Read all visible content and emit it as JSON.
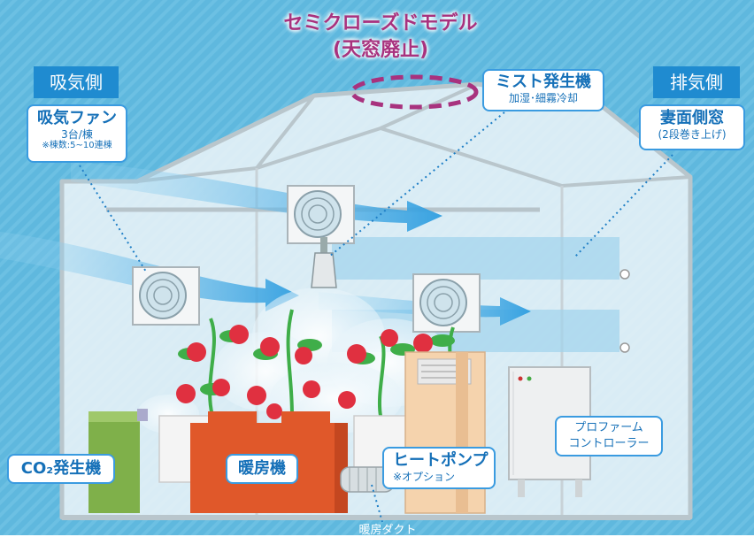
{
  "title": {
    "line1": "セミクローズドモデル",
    "line2": "(天窓廃止)"
  },
  "headers": {
    "intake": "吸気側",
    "exhaust": "排気側"
  },
  "labels": {
    "intake_fan": {
      "name": "吸気ファン",
      "sub": "3台/棟",
      "note": "※棟数:5~10連棟"
    },
    "mist": {
      "name": "ミスト発生機",
      "sub": "加湿･細霧冷却"
    },
    "side_window": {
      "name": "妻面側窓",
      "sub": "(2段巻き上げ)"
    },
    "co2": {
      "name": "CO₂発生機"
    },
    "heater": {
      "name": "暖房機"
    },
    "heat_pump": {
      "name": "ヒートポンプ",
      "sub": "※オプション"
    },
    "controller": {
      "name": "プロファーム",
      "name2": "コントローラー"
    },
    "duct": {
      "name": "暖房ダクト"
    }
  },
  "colors": {
    "background": "#5fb8de",
    "accent_title": "#a8327e",
    "label_blue": "#1570b8",
    "header_bg": "#1f8bd0",
    "heater": "#e0582a",
    "co2": "#7fb04a",
    "tomato": "#e03040",
    "leaf": "#3fae49"
  }
}
